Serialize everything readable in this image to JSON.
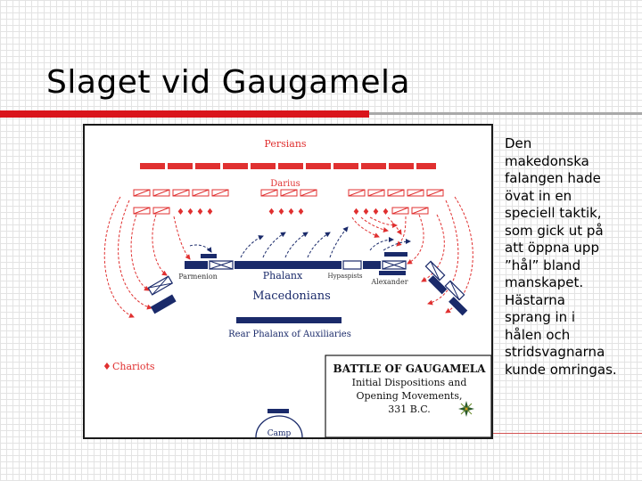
{
  "slide": {
    "title": "Slaget vid Gaugamela",
    "body": "Den\nmakedonska\nfalangen hade\növat in en\nspeciell taktik,\nsom gick ut på\natt öppna upp\n”hål” bland\nmanskapet.\nHästarna\nsprang in i\nhålen och\nstridsvagnarna\nkunde omringas."
  },
  "map": {
    "persians": "Persians",
    "darius": "Darius",
    "phalanx": "Phalanx",
    "parmenion": "Parmenion",
    "hypaspists": "Hypaspists",
    "alexander": "Alexander",
    "macedonians": "Macedonians",
    "rear_phalanx": "Rear Phalanx of Auxiliaries",
    "chariots": "Chariots",
    "chariot_symbol": "♦",
    "camp": "Camp",
    "box_title": "BATTLE OF GAUGAMELA",
    "box_line1": "Initial Dispositions and",
    "box_line2": "Opening Movements,",
    "box_line3": "331 B.C."
  },
  "colors": {
    "accent_red": "#d9141b",
    "persian_red": "#e03030",
    "macedonian_navy": "#1a2a6a"
  },
  "icons": {
    "compass": "compass-rose-icon"
  }
}
